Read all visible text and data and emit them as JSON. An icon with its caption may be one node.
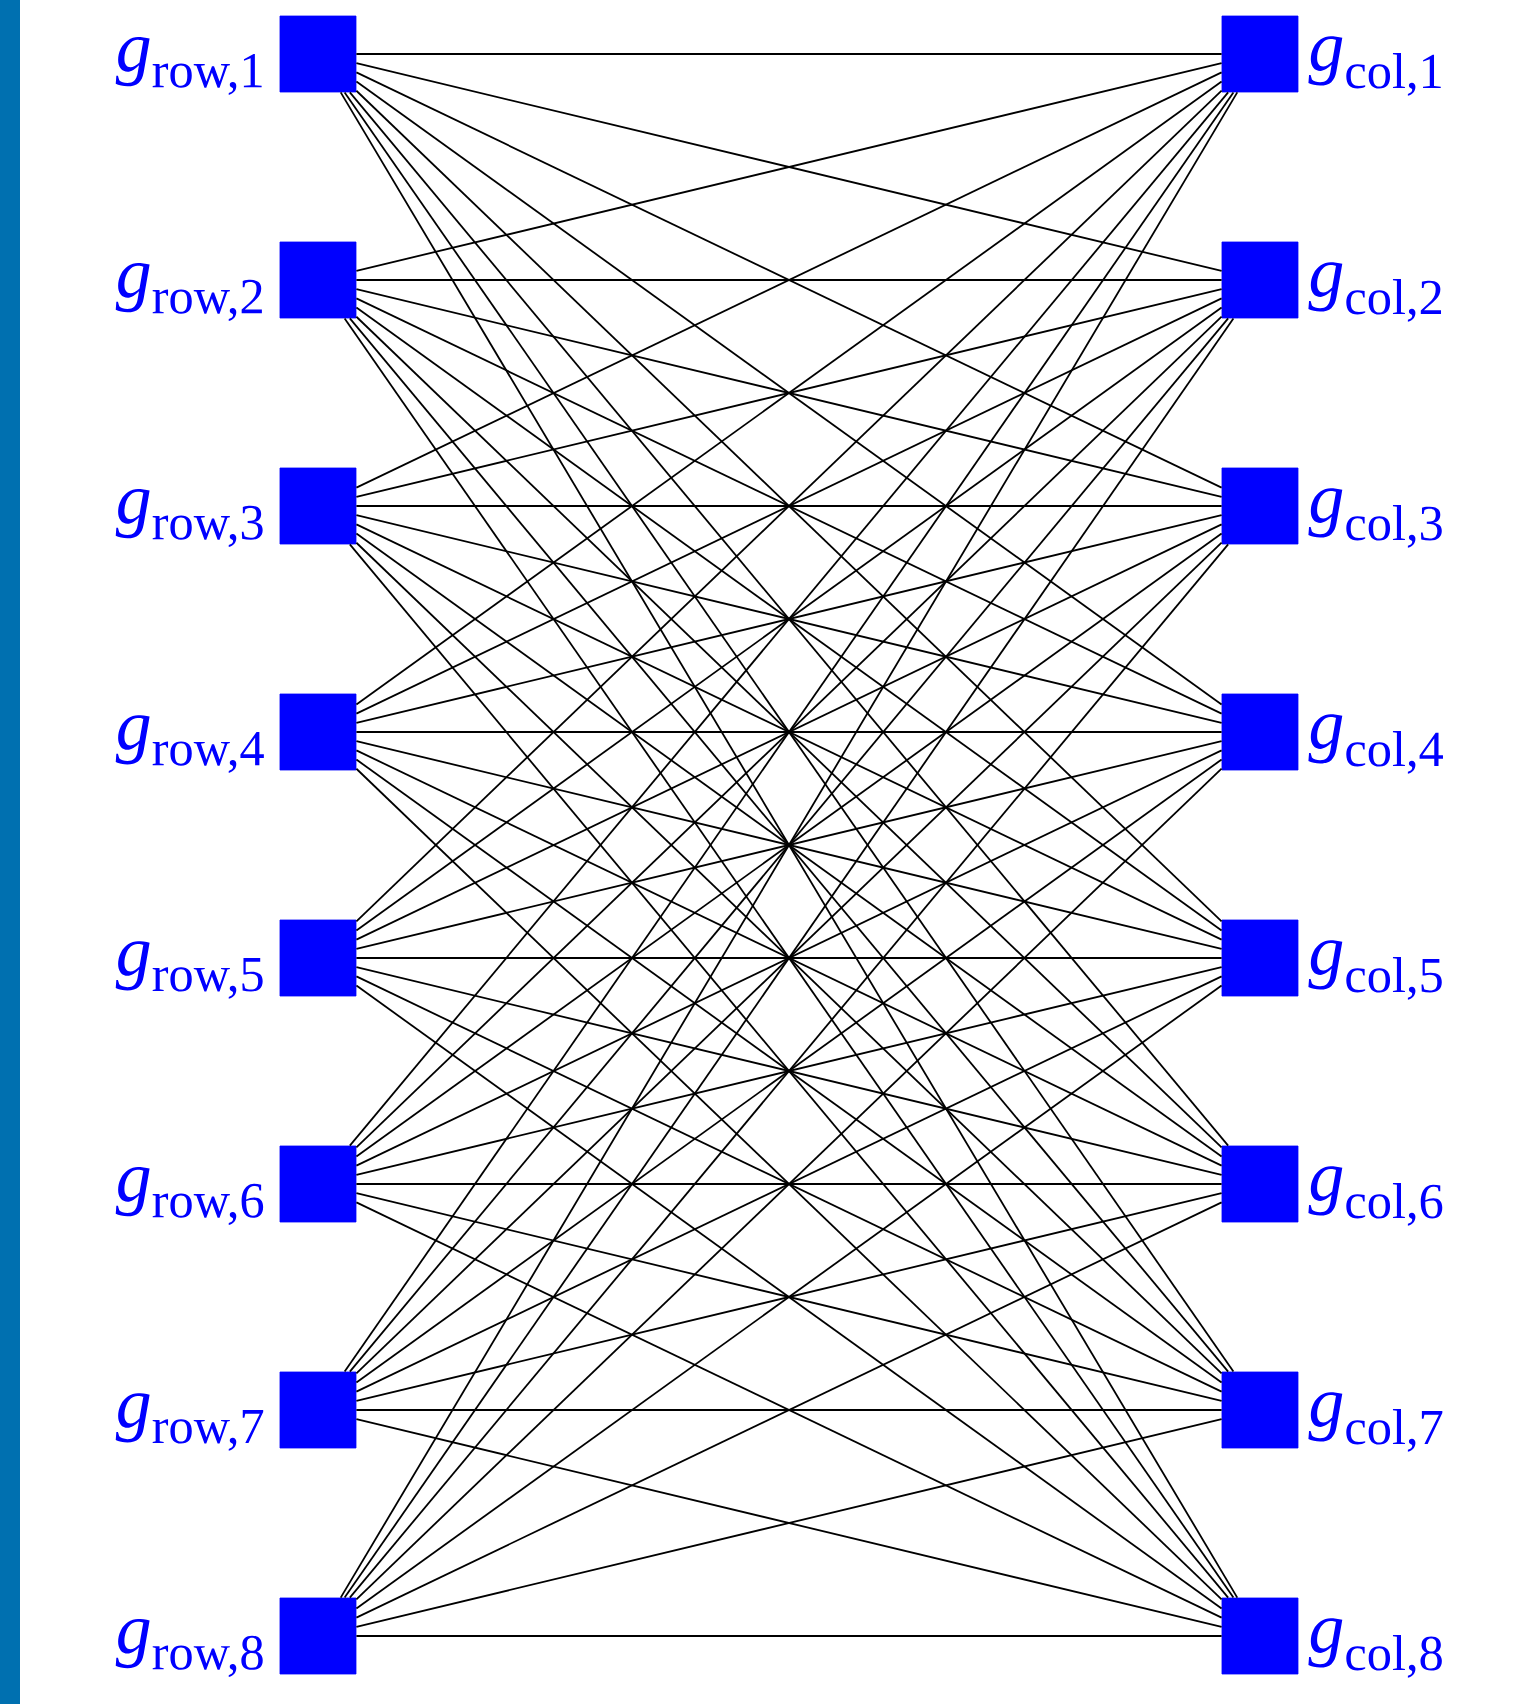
{
  "diagram": {
    "nodes": [
      {
        "text": [],
        "shape": "box",
        "beside": [
          "*g*$_{row,1}$"
        ]
      },
      {
        "text": [],
        "shape": "box",
        "beside": [
          "*g*$_{row,2}$"
        ]
      },
      {
        "text": [],
        "shape": "box",
        "beside": [
          "*g*$_{row,3}$"
        ]
      },
      {
        "text": [],
        "shape": "box",
        "beside": [
          "*g*$_{row,4}$"
        ]
      },
      {
        "text": [],
        "shape": "box",
        "beside": [
          "*g*$_{row,5}$"
        ]
      },
      {
        "text": [],
        "shape": "box",
        "beside": [
          "*g*$_{row,6}$"
        ]
      },
      {
        "text": [],
        "shape": "box",
        "beside": [
          "*g*$_{row,7}$"
        ]
      },
      {
        "text": [],
        "shape": "box",
        "beside": [
          "*g*$_{row,8}$"
        ]
      },
      {
        "text": [],
        "shape": "box",
        "beside": [
          "*g*$_{col,1}$"
        ]
      },
      {
        "text": [],
        "shape": "box",
        "beside": [
          "*g*$_{col,2}$"
        ]
      },
      {
        "text": [],
        "shape": "box",
        "beside": [
          "*g*$_{col,3}$"
        ]
      },
      {
        "text": [],
        "shape": "box",
        "beside": [
          "*g*$_{col,4}$"
        ]
      },
      {
        "text": [],
        "shape": "box",
        "beside": [
          "*g*$_{col,5}$"
        ]
      },
      {
        "text": [],
        "shape": "box",
        "beside": [
          "*g*$_{col,6}$"
        ]
      },
      {
        "text": [],
        "shape": "box",
        "beside": [
          "*g*$_{col,7}$"
        ]
      },
      {
        "text": [],
        "shape": "box",
        "beside": [
          "*g*$_{col,8}$"
        ]
      }
    ],
    "edges": [
      {
        "from": 0,
        "to": 8,
        "arrow": "none"
      },
      {
        "from": 0,
        "to": 9,
        "arrow": "none"
      },
      {
        "from": 0,
        "to": 10,
        "arrow": "none"
      },
      {
        "from": 0,
        "to": 11,
        "arrow": "none"
      },
      {
        "from": 0,
        "to": 12,
        "arrow": "none"
      },
      {
        "from": 0,
        "to": 13,
        "arrow": "none"
      },
      {
        "from": 0,
        "to": 14,
        "arrow": "none"
      },
      {
        "from": 0,
        "to": 15,
        "arrow": "none"
      },
      {
        "from": 1,
        "to": 8,
        "arrow": "none"
      },
      {
        "from": 1,
        "to": 9,
        "arrow": "none"
      },
      {
        "from": 1,
        "to": 10,
        "arrow": "none"
      },
      {
        "from": 1,
        "to": 11,
        "arrow": "none"
      },
      {
        "from": 1,
        "to": 12,
        "arrow": "none"
      },
      {
        "from": 1,
        "to": 13,
        "arrow": "none"
      },
      {
        "from": 1,
        "to": 14,
        "arrow": "none"
      },
      {
        "from": 1,
        "to": 15,
        "arrow": "none"
      },
      {
        "from": 2,
        "to": 8,
        "arrow": "none"
      },
      {
        "from": 2,
        "to": 9,
        "arrow": "none"
      },
      {
        "from": 2,
        "to": 10,
        "arrow": "none"
      },
      {
        "from": 2,
        "to": 11,
        "arrow": "none"
      },
      {
        "from": 2,
        "to": 12,
        "arrow": "none"
      },
      {
        "from": 2,
        "to": 13,
        "arrow": "none"
      },
      {
        "from": 2,
        "to": 14,
        "arrow": "none"
      },
      {
        "from": 2,
        "to": 15,
        "arrow": "none"
      },
      {
        "from": 3,
        "to": 8,
        "arrow": "none"
      },
      {
        "from": 3,
        "to": 9,
        "arrow": "none"
      },
      {
        "from": 3,
        "to": 10,
        "arrow": "none"
      },
      {
        "from": 3,
        "to": 11,
        "arrow": "none"
      },
      {
        "from": 3,
        "to": 12,
        "arrow": "none"
      },
      {
        "from": 3,
        "to": 13,
        "arrow": "none"
      },
      {
        "from": 3,
        "to": 14,
        "arrow": "none"
      },
      {
        "from": 3,
        "to": 15,
        "arrow": "none"
      },
      {
        "from": 4,
        "to": 8,
        "arrow": "none"
      },
      {
        "from": 4,
        "to": 9,
        "arrow": "none"
      },
      {
        "from": 4,
        "to": 10,
        "arrow": "none"
      },
      {
        "from": 4,
        "to": 11,
        "arrow": "none"
      },
      {
        "from": 4,
        "to": 12,
        "arrow": "none"
      },
      {
        "from": 4,
        "to": 13,
        "arrow": "none"
      },
      {
        "from": 4,
        "to": 14,
        "arrow": "none"
      },
      {
        "from": 4,
        "to": 15,
        "arrow": "none"
      },
      {
        "from": 5,
        "to": 8,
        "arrow": "none"
      },
      {
        "from": 5,
        "to": 9,
        "arrow": "none"
      },
      {
        "from": 5,
        "to": 10,
        "arrow": "none"
      },
      {
        "from": 5,
        "to": 11,
        "arrow": "none"
      },
      {
        "from": 5,
        "to": 12,
        "arrow": "none"
      },
      {
        "from": 5,
        "to": 13,
        "arrow": "none"
      },
      {
        "from": 5,
        "to": 14,
        "arrow": "none"
      },
      {
        "from": 5,
        "to": 15,
        "arrow": "none"
      },
      {
        "from": 6,
        "to": 8,
        "arrow": "none"
      },
      {
        "from": 6,
        "to": 9,
        "arrow": "none"
      },
      {
        "from": 6,
        "to": 10,
        "arrow": "none"
      },
      {
        "from": 6,
        "to": 11,
        "arrow": "none"
      },
      {
        "from": 6,
        "to": 12,
        "arrow": "none"
      },
      {
        "from": 6,
        "to": 13,
        "arrow": "none"
      },
      {
        "from": 6,
        "to": 14,
        "arrow": "none"
      },
      {
        "from": 6,
        "to": 15,
        "arrow": "none"
      },
      {
        "from": 7,
        "to": 8,
        "arrow": "none"
      },
      {
        "from": 7,
        "to": 9,
        "arrow": "none"
      },
      {
        "from": 7,
        "to": 10,
        "arrow": "none"
      },
      {
        "from": 7,
        "to": 11,
        "arrow": "none"
      },
      {
        "from": 7,
        "to": 12,
        "arrow": "none"
      },
      {
        "from": 7,
        "to": 13,
        "arrow": "none"
      },
      {
        "from": 7,
        "to": 14,
        "arrow": "none"
      },
      {
        "from": 7,
        "to": 15,
        "arrow": "none"
      }
    ]
  }
}
